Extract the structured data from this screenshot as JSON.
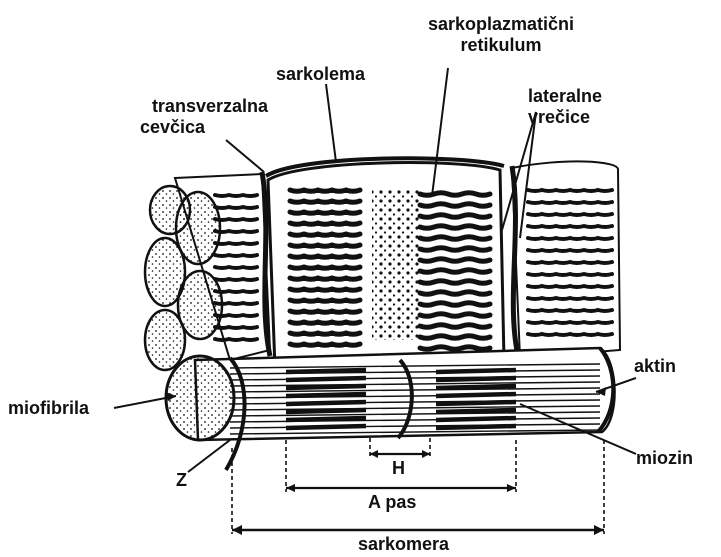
{
  "labels": {
    "sarkoplazmaticni": "sarkoplazmatični",
    "retikulum": "retikulum",
    "sarkolema": "sarkolema",
    "lateralne": "lateralne",
    "vrecice": "vrečice",
    "transverzalna": "transverzalna",
    "cevcica": "cevčica",
    "aktin": "aktin",
    "miofibrila": "miofibrila",
    "miozin": "miozin",
    "z": "Z",
    "h": "H",
    "a_pas": "A pas",
    "sarkomera": "sarkomera"
  },
  "colors": {
    "ink": "#111111",
    "paper": "#ffffff"
  }
}
